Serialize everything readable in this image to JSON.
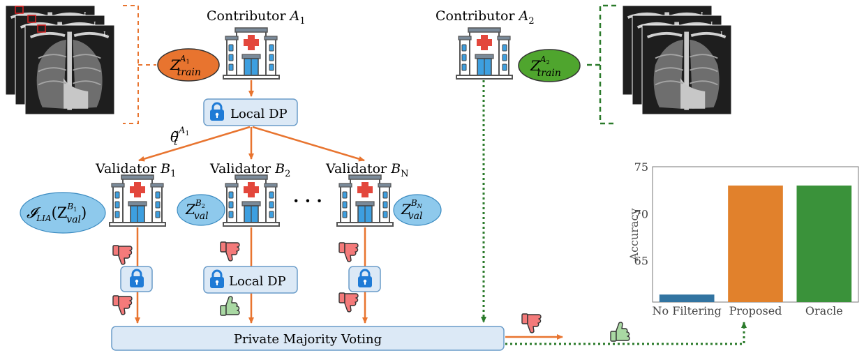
{
  "contributors": [
    {
      "name": "Contributor",
      "sub": "A",
      "idx": "1",
      "data_base": "Z",
      "data_sup_base": "A",
      "data_sup_idx": "1",
      "data_sub": "train",
      "color": "#e8742f"
    },
    {
      "name": "Contributor",
      "sub": "A",
      "idx": "2",
      "data_base": "Z",
      "data_sup_base": "A",
      "data_sup_idx": "2",
      "data_sub": "train",
      "color": "#4fa52e"
    }
  ],
  "local_dp_label": "Local DP",
  "theta_label": {
    "base": "θ̃",
    "sub": "t",
    "sup_base": "A",
    "sup_idx": "1"
  },
  "validators": [
    {
      "name": "Validator",
      "sub": "B",
      "idx": "1",
      "data_text": "𝓘",
      "data_sub": "LIA",
      "data_arg": "(Z",
      "data_arg_sup": "B",
      "data_arg_sup_idx": "1",
      "data_arg_sub": "val",
      "data_close": ")"
    },
    {
      "name": "Validator",
      "sub": "B",
      "idx": "2",
      "data_base": "Z",
      "data_sup_base": "B",
      "data_sup_idx": "2",
      "data_sub": "val"
    },
    {
      "name": "Validator",
      "sub": "B",
      "idx": "N",
      "data_base": "Z",
      "data_sup_base": "B",
      "data_sup_idx": "N",
      "data_sub": "val"
    }
  ],
  "ellipsis": "· · ·",
  "voting_label": "Private Majority Voting",
  "colors": {
    "orange": "#e8742f",
    "green": "#2a7a2a",
    "light_blue": "#dce9f6",
    "border_blue": "#6a9cc9",
    "lock_blue": "#1f7bd6",
    "thumb_red": "#f47a7a",
    "thumb_green": "#a9d8a3"
  },
  "chart_data": {
    "type": "bar",
    "categories": [
      "No Filtering",
      "Proposed",
      "Oracle"
    ],
    "values": [
      61.4,
      73.0,
      73.0
    ],
    "colors": [
      "#3274a1",
      "#e1812c",
      "#3a923a"
    ],
    "ylabel": "Accuracy",
    "ylim": [
      60.6,
      75
    ],
    "yticks": [
      65,
      70,
      75
    ]
  }
}
